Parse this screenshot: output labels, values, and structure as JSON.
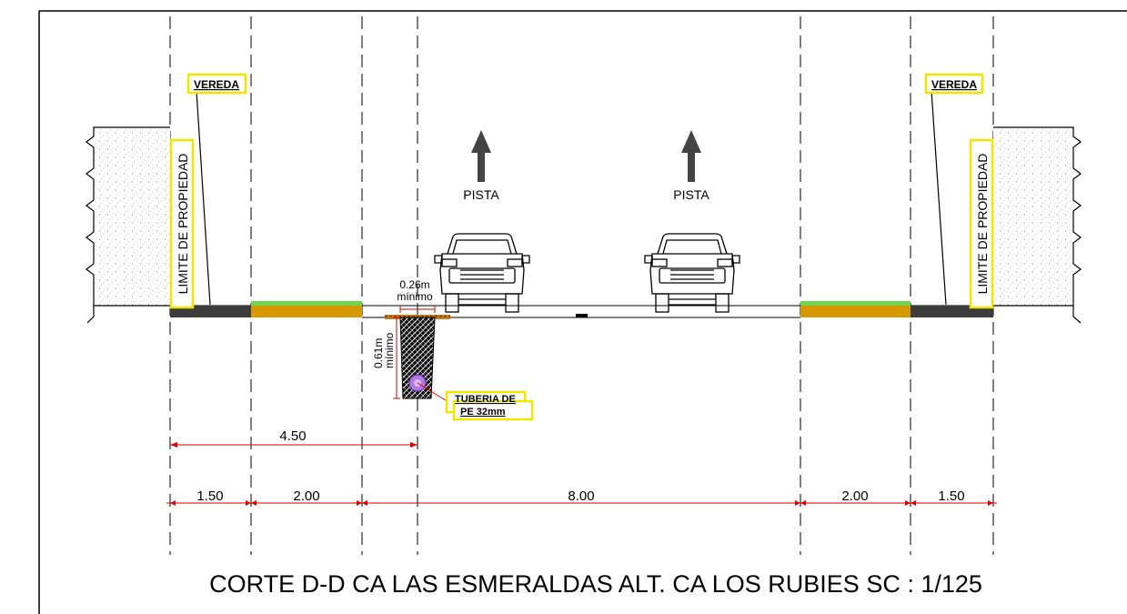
{
  "labels": {
    "vereda_left": "VEREDA",
    "vereda_right": "VEREDA",
    "limite_left": "LIMITE  DE  PROPIEDAD",
    "limite_right": "LIMITE  DE  PROPIEDAD",
    "pista_left": "PISTA",
    "pista_right": "PISTA",
    "trench_width_value": "0.26m",
    "trench_width_note": "mínimo",
    "trench_depth_value": "0.61m",
    "trench_depth_note": "mínimo",
    "tuberia_line1": "TUBERIA  DE",
    "tuberia_line2": "PE 32mm"
  },
  "dimensions": {
    "offset_total": "4.50",
    "segments": [
      "1.50",
      "2.00",
      "8.00",
      "2.00",
      "1.50"
    ]
  },
  "title": "CORTE D-D  CA LAS ESMERALDAS ALT. CA LOS RUBIES SC : 1/125",
  "colors": {
    "label_box": "#f2e600",
    "dimension": "#e00000",
    "grass": "#6fd54f",
    "berm": "#d69a00",
    "sidewalk": "#3c3c3c",
    "pipe": "#b07adf"
  }
}
